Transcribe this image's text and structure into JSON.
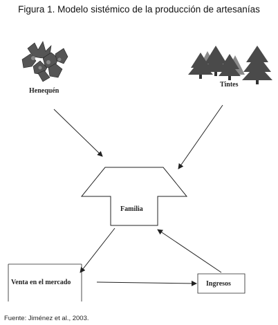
{
  "figure_title": "Figura 1. Modelo sistémico de la producción de artesanías",
  "nodes": {
    "henequen": "Henequén",
    "tintes": "Tintes",
    "familia": "Familia",
    "venta": "Venta en el mercado",
    "ingresos": "Ingresos"
  },
  "icons": {
    "henequen": "agave-plant-icon",
    "tintes": "pine-trees-icon"
  },
  "source": "Fuente: Jiménez et al., 2003."
}
